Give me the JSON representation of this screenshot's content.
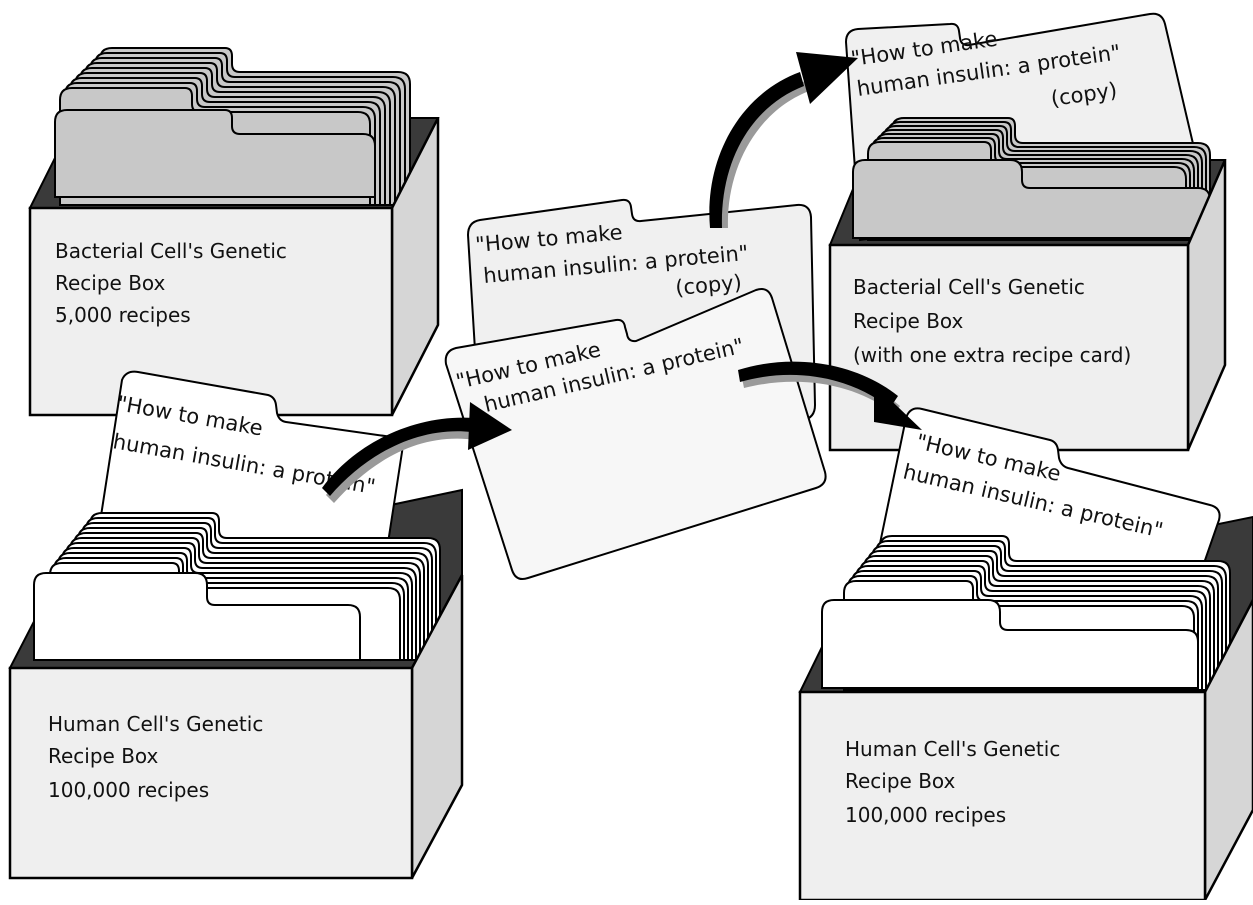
{
  "bacterial_box": {
    "line1": "Bacterial Cell's Genetic",
    "line2": "Recipe Box",
    "line3": "5,000 recipes"
  },
  "human_box": {
    "line1": "Human Cell's Genetic",
    "line2": "Recipe Box",
    "line3": "100,000 recipes"
  },
  "modified_bacterial_box": {
    "line1": "Bacterial Cell's Genetic",
    "line2": "Recipe Box",
    "line3": "(with one extra recipe card)"
  },
  "human_box_after": {
    "line1": "Human Cell's Genetic",
    "line2": "Recipe Box",
    "line3": "100,000 recipes"
  },
  "cards": {
    "original_line1": "\"How to make",
    "original_line2": "human insulin: a protein\"",
    "copy_line1": "\"How to make",
    "copy_line2": "human insulin:  a protein\"",
    "copy_line3": "(copy)"
  },
  "colors": {
    "box_front": "#efefef",
    "box_side": "#d6d6d6",
    "bacterial_tab": "#c8c8c8",
    "human_tab": "#ffffff",
    "card_fill": "#f4f4f4",
    "outline": "#000000",
    "arrow": "#000000",
    "arrow_shadow": "#9a9a9a"
  }
}
